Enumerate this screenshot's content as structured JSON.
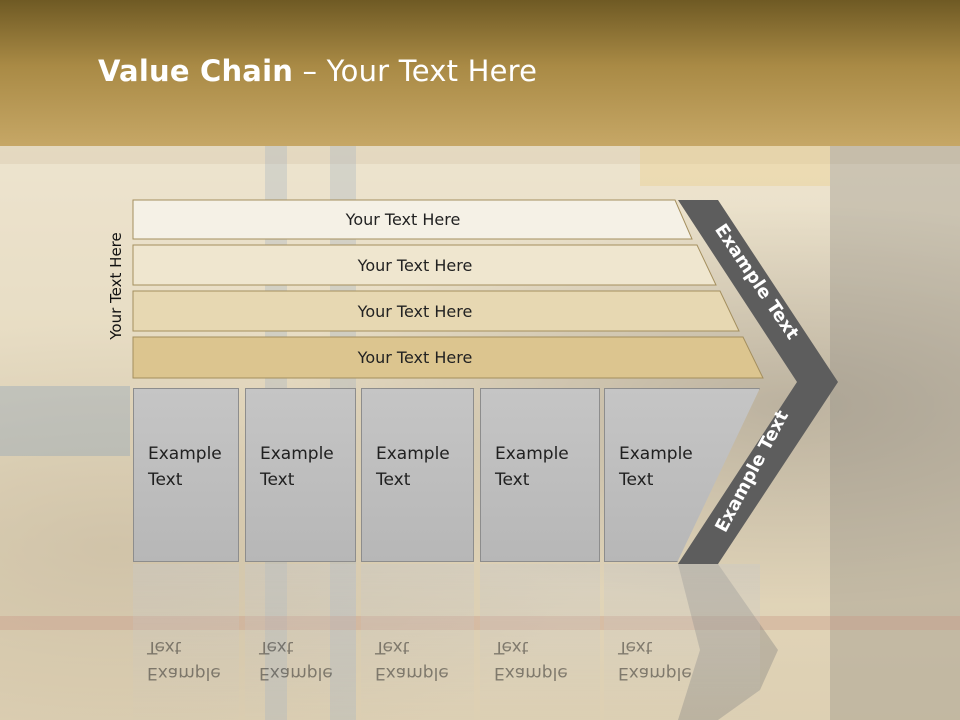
{
  "title": {
    "bold": "Value Chain",
    "rest": " – Your Text Here"
  },
  "side_label": "Your Text Here",
  "rows": [
    {
      "label": "Your Text Here",
      "color": "#f5f1e6"
    },
    {
      "label": "Your Text Here",
      "color": "#efe6cf"
    },
    {
      "label": "Your Text Here",
      "color": "#e7d8b2"
    },
    {
      "label": "Your Text Here",
      "color": "#dcc58f"
    }
  ],
  "columns": [
    {
      "line1": "Example",
      "line2": "Text"
    },
    {
      "line1": "Example",
      "line2": "Text"
    },
    {
      "line1": "Example",
      "line2": "Text"
    },
    {
      "line1": "Example",
      "line2": "Text"
    },
    {
      "line1": "Example",
      "line2": "Text"
    }
  ],
  "arrow": {
    "upper": "Example Text",
    "lower": "Example Text",
    "color": "#5d5d5d"
  }
}
